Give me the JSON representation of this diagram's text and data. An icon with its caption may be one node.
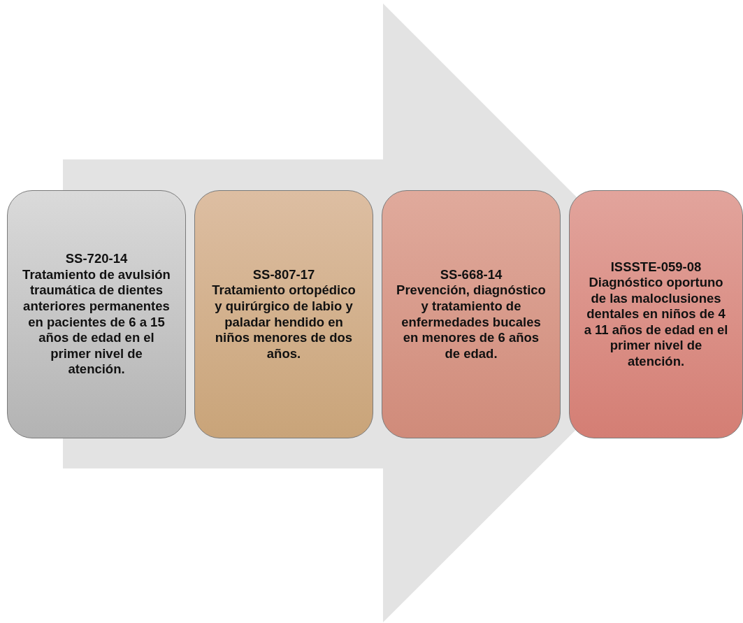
{
  "diagram": {
    "nodes": [
      {
        "text": [
          "SS-720-14",
          "Tratamiento de avulsión traumática de dientes anteriores permanentes en pacientes de 6 a 15 años de edad en el primer nivel de atención."
        ]
      },
      {
        "text": [
          "SS-807-17",
          "Tratamiento ortopédico y quirúrgico de labio y paladar hendido en niños menores de dos años."
        ]
      },
      {
        "text": [
          "SS-668-14",
          "Prevención, diagnóstico y tratamiento de enfermedades bucales en menores de 6 años de edad."
        ]
      },
      {
        "text": [
          "ISSSTE-059-08",
          "Diagnóstico oportuno de las maloclusiones dentales en niños de 4 a 11 años de edad en el primer nivel de atención."
        ]
      }
    ],
    "edges": [
      {
        "from": 0,
        "to": 3,
        "arrow": "to"
      }
    ]
  }
}
